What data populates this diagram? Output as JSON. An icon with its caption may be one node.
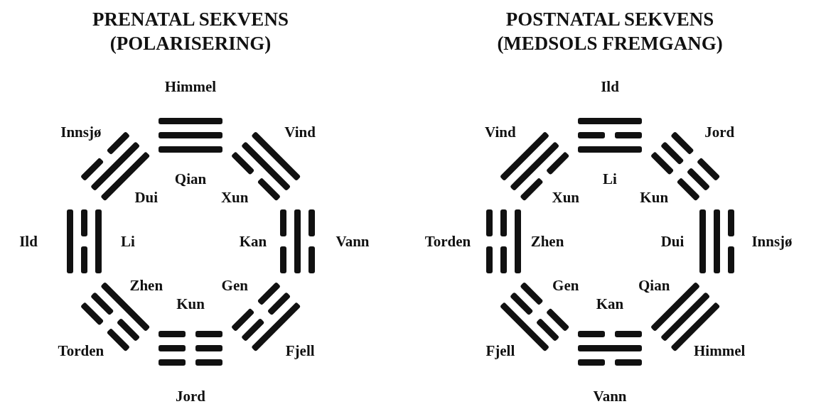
{
  "diagram": {
    "nodes": [
      {
        "text": [
          "Himmel",
          "Qian"
        ]
      },
      {
        "text": [
          "Vind",
          "Xun"
        ]
      },
      {
        "text": [
          "Kan",
          "Vann"
        ]
      },
      {
        "text": [
          "Gen",
          "Fjell"
        ]
      },
      {
        "text": [
          "Kun",
          "Jord"
        ]
      },
      {
        "text": [
          "Zhen",
          "Torden"
        ]
      },
      {
        "text": [
          "Ild",
          "Li"
        ]
      },
      {
        "text": [
          "Innsjø",
          "Dui"
        ]
      },
      {
        "text": [
          "Ild",
          "Li"
        ]
      },
      {
        "text": [
          "Jord",
          "Kun"
        ]
      },
      {
        "text": [
          "Dui",
          "Innsjø"
        ]
      },
      {
        "text": [
          "Qian",
          "Himmel"
        ]
      },
      {
        "text": [
          "Kan",
          "Vann"
        ]
      },
      {
        "text": [
          "Gen",
          "Fjell"
        ]
      },
      {
        "text": [
          "Torden",
          "Zhen"
        ]
      },
      {
        "text": [
          "Vind",
          "Xun"
        ]
      }
    ],
    "labels": [
      "PRENATAL SEKVENS (POLARISERING)",
      "POSTNATAL SEKVENS (MEDSOLS FREMGANG)"
    ]
  }
}
